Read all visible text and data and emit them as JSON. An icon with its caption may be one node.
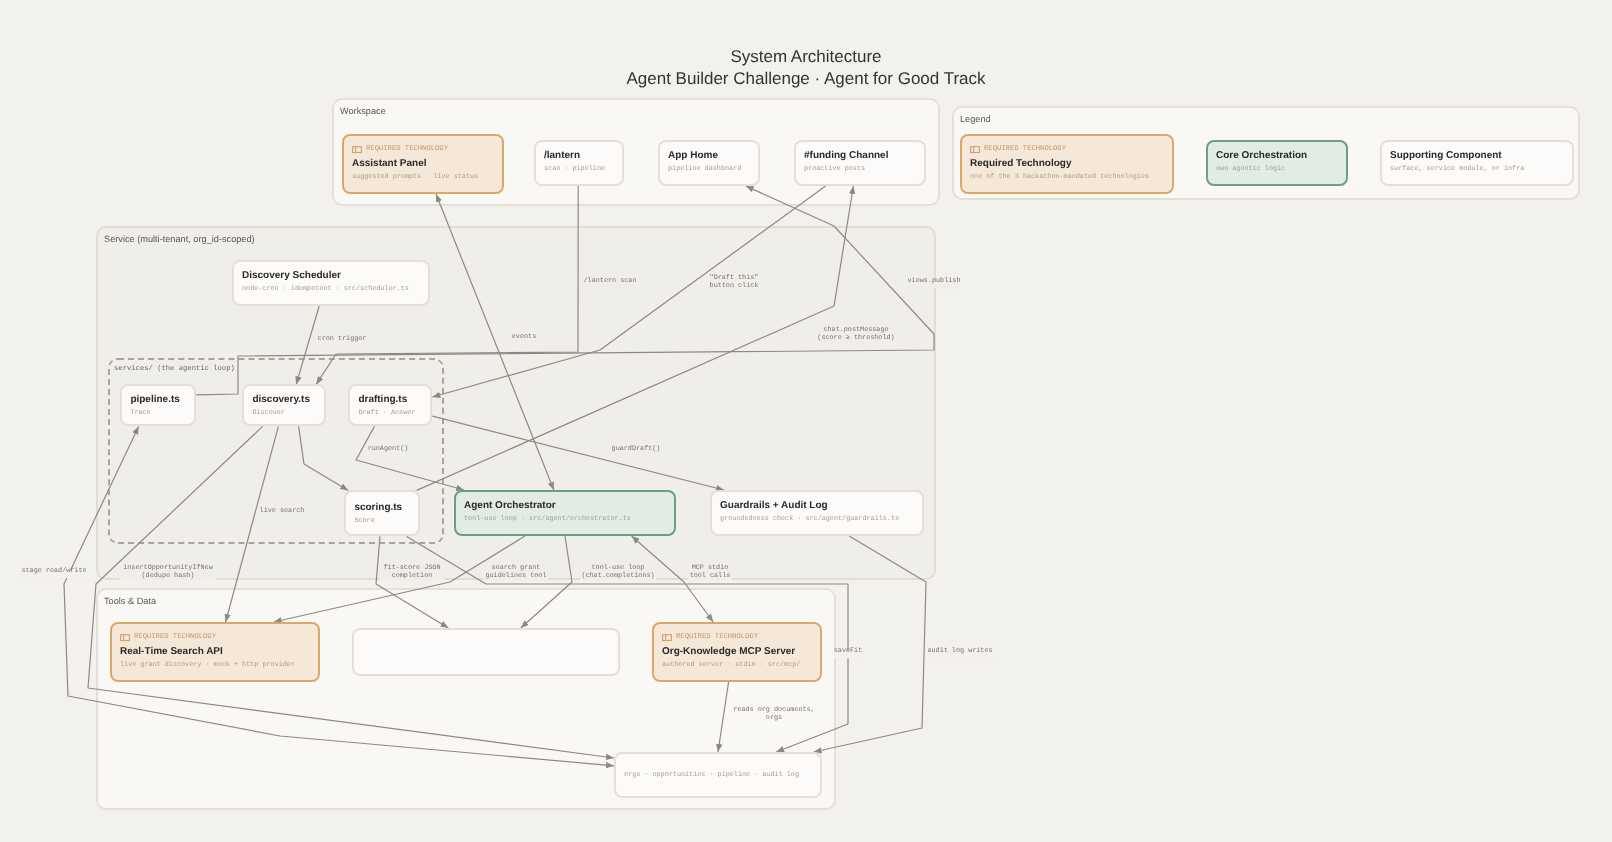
{
  "diagram": {
    "title": "System Architecture",
    "nodes": [
      {
        "text": [
          "Workspace"
        ]
      },
      {
        "text": [
          "REQUIRED TECHNOLOGY",
          "Assistant Panel",
          "suggested prompts · live status"
        ],
        "in": 0
      },
      {
        "text": [
          "/lantern",
          "scan · pipeline"
        ],
        "in": 0
      },
      {
        "text": [
          "App Home",
          "pipeline dashboard"
        ],
        "in": 0
      },
      {
        "text": [
          "#funding Channel",
          "proactive posts"
        ],
        "in": 0
      },
      {
        "text": [
          "Service (multi-tenant, org_id-scoped)"
        ]
      },
      {
        "text": [
          "Discovery Scheduler",
          "node-cron · idempotent · src/scheduler.ts"
        ],
        "in": 5
      },
      {
        "text": [
          "services/ (the agentic loop)"
        ],
        "in": 5
      },
      {
        "text": [
          "pipeline.ts",
          "Track"
        ],
        "in": 7
      },
      {
        "text": [
          "discovery.ts",
          "Discover"
        ],
        "in": 7
      },
      {
        "text": [
          "drafting.ts",
          "Draft · Answer"
        ],
        "in": 7
      },
      {
        "text": [
          "scoring.ts",
          "Score"
        ],
        "in": 7
      },
      {
        "text": [
          "Agent Orchestrator",
          "tool-use loop · src/agent/orchestrator.ts"
        ],
        "in": 5
      },
      {
        "text": [
          "Guardrails + Audit Log",
          "groundedness check · src/agent/guardrails.ts"
        ],
        "in": 5
      },
      {
        "text": [
          "Tools & Data"
        ]
      },
      {
        "text": [
          "REQUIRED TECHNOLOGY",
          "Real-Time Search API",
          "live grant discovery · mock + http provider"
        ],
        "in": 14
      },
      {
        "text": [],
        "shape": "box",
        "in": 14
      },
      {
        "text": [
          "REQUIRED TECHNOLOGY",
          "Org-Knowledge MCP Server",
          "authored server · stdio · src/mcp/"
        ],
        "in": 14
      },
      {
        "text": [
          "orgs · opportunities · pipeline · audit log"
        ],
        "in": 14
      }
    ],
    "edges": [
      {
        "from": 1,
        "to": 12,
        "arrow": "both",
        "label": "events"
      },
      {
        "from": 2,
        "to": 9,
        "arrow": "to",
        "label": "/lantern scan"
      },
      {
        "from": 8,
        "to": 3,
        "arrow": "to",
        "label": "views.publish"
      },
      {
        "from": 4,
        "to": 10,
        "arrow": "to",
        "label": "\"Draft this\" button click"
      },
      {
        "from": 11,
        "to": 4,
        "arrow": "to",
        "label": "chat.postMessage (score ≥ threshold)"
      },
      {
        "from": 6,
        "to": 9,
        "arrow": "to",
        "label": "cron trigger"
      },
      {
        "from": 9,
        "to": 11,
        "arrow": "to"
      },
      {
        "from": 9,
        "to": 15,
        "arrow": "to",
        "label": "live search"
      },
      {
        "from": 9,
        "to": 18,
        "arrow": "to",
        "label": "insertOpportunityIfNew (dedupe hash)"
      },
      {
        "from": 8,
        "to": 18,
        "arrow": "both",
        "label": "stage read/write"
      },
      {
        "from": 10,
        "to": 12,
        "arrow": "to",
        "label": "runAgent()"
      },
      {
        "from": 10,
        "to": 13,
        "arrow": "to",
        "label": "guardDraft()"
      },
      {
        "from": 11,
        "to": 16,
        "arrow": "to",
        "label": "fit-score JSON completion"
      },
      {
        "from": 12,
        "to": 15,
        "arrow": "to",
        "label": "search grant guidelines tool"
      },
      {
        "from": 12,
        "to": 16,
        "arrow": "to",
        "label": "tool-use loop (chat.completions)"
      },
      {
        "from": 12,
        "to": 17,
        "arrow": "both",
        "label": "MCP stdio tool calls"
      },
      {
        "from": 11,
        "to": 18,
        "arrow": "to",
        "label": "saveFit"
      },
      {
        "from": 13,
        "to": 18,
        "arrow": "to",
        "label": "audit log writes"
      },
      {
        "from": 17,
        "to": 18,
        "arrow": "to",
        "label": "reads org documents, orgs"
      }
    ],
    "labels": [
      "Agent Builder Challenge · Agent for Good Track",
      "Legend",
      "REQUIRED TECHNOLOGY",
      "one of the 3 hackathon-mandated technologies",
      "own agentic logic",
      "surface, service module, or infra"
    ],
    "legend": [
      {
        "text": "Required Technology",
        "color": "#f6e8d8"
      },
      {
        "text": "Core Orchestration",
        "color": "#e2ebe4"
      },
      {
        "text": "Supporting Component",
        "color": "#fcfbf9"
      }
    ]
  }
}
